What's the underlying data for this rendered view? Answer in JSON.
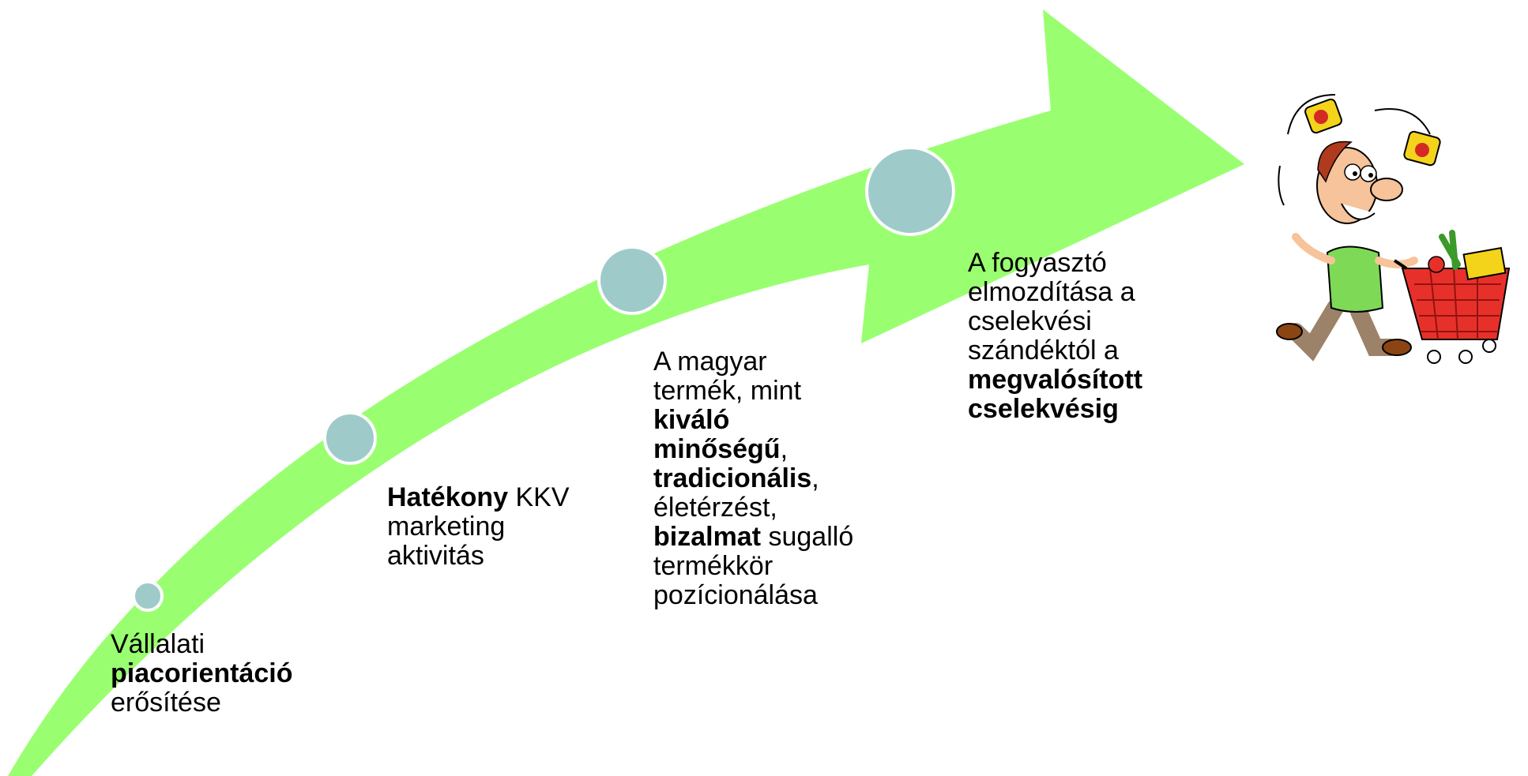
{
  "colors": {
    "arrow": "#99ff70",
    "dot_fill": "#9ecbca",
    "dot_stroke": "#ffffff"
  },
  "illustration": "cartoon-shopper-juggling-cans-with-cart",
  "steps": [
    {
      "lines": [
        [
          {
            "t": "Vállalati"
          }
        ],
        [
          {
            "t": "piacorientáció",
            "b": true
          }
        ],
        [
          {
            "t": "erősítése"
          }
        ]
      ]
    },
    {
      "lines": [
        [
          {
            "t": "Hatékony",
            "b": true
          },
          {
            "t": " KKV"
          }
        ],
        [
          {
            "t": "marketing"
          }
        ],
        [
          {
            "t": "aktivitás"
          }
        ]
      ]
    },
    {
      "lines": [
        [
          {
            "t": "A magyar"
          }
        ],
        [
          {
            "t": "termék, mint"
          }
        ],
        [
          {
            "t": "kiváló",
            "b": true
          }
        ],
        [
          {
            "t": "minőségű",
            "b": true
          },
          {
            "t": ","
          }
        ],
        [
          {
            "t": "tradicionális",
            "b": true
          },
          {
            "t": ","
          }
        ],
        [
          {
            "t": "életérzést,"
          }
        ],
        [
          {
            "t": "bizalmat",
            "b": true
          },
          {
            "t": " sugalló"
          }
        ],
        [
          {
            "t": "termékkör"
          }
        ],
        [
          {
            "t": "pozícionálása"
          }
        ]
      ]
    },
    {
      "lines": [
        [
          {
            "t": "A fogyasztó"
          }
        ],
        [
          {
            "t": "elmozdítása a"
          }
        ],
        [
          {
            "t": "cselekvési"
          }
        ],
        [
          {
            "t": "szándéktól a"
          }
        ],
        [
          {
            "t": "megvalósított",
            "b": true
          }
        ],
        [
          {
            "t": "cselekvésig",
            "b": true
          }
        ]
      ]
    }
  ]
}
